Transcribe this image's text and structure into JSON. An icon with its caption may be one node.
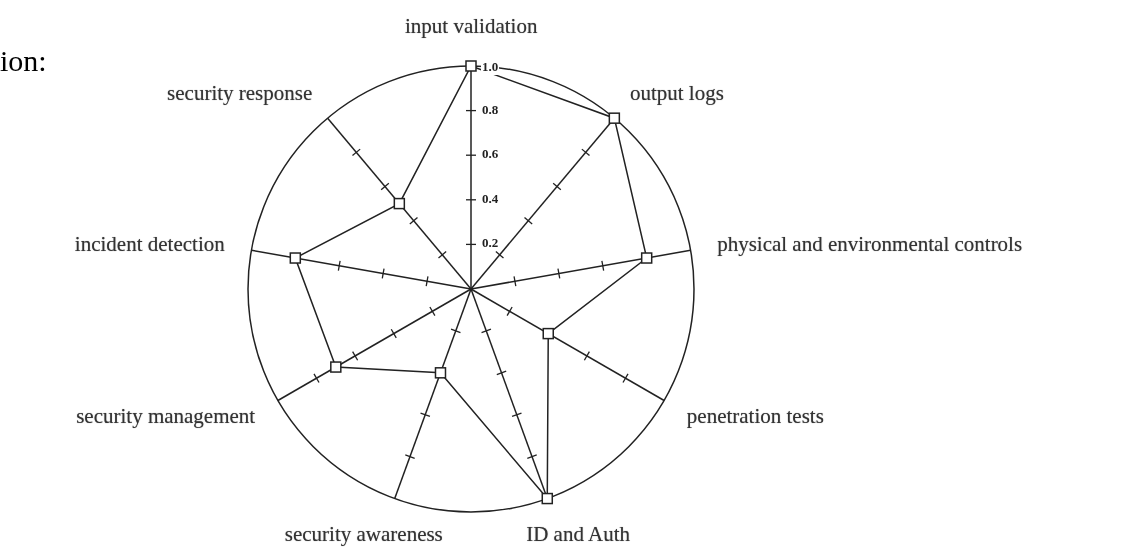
{
  "diagram": {
    "labels": [
      "ion:"
    ],
    "chart_data": {
      "type": "radar",
      "categories": [
        "input validation",
        "output logs",
        "physical and environmental controls",
        "penetration tests",
        "ID and Auth",
        "security awareness",
        "security management",
        "incident detection",
        "security response"
      ],
      "series": [
        {
          "values": [
            1.0,
            1.0,
            0.8,
            0.4,
            1.0,
            0.4,
            0.7,
            0.8,
            0.5
          ]
        }
      ],
      "ylim": [
        0,
        1
      ],
      "yticks": [
        {
          "value": 0.2,
          "label": "0.2"
        },
        {
          "value": 0.4,
          "label": "0.4"
        },
        {
          "value": 0.6,
          "label": "0.6"
        },
        {
          "value": 0.8,
          "label": "0.8"
        },
        {
          "value": 1,
          "label": "1.0"
        }
      ]
    }
  }
}
